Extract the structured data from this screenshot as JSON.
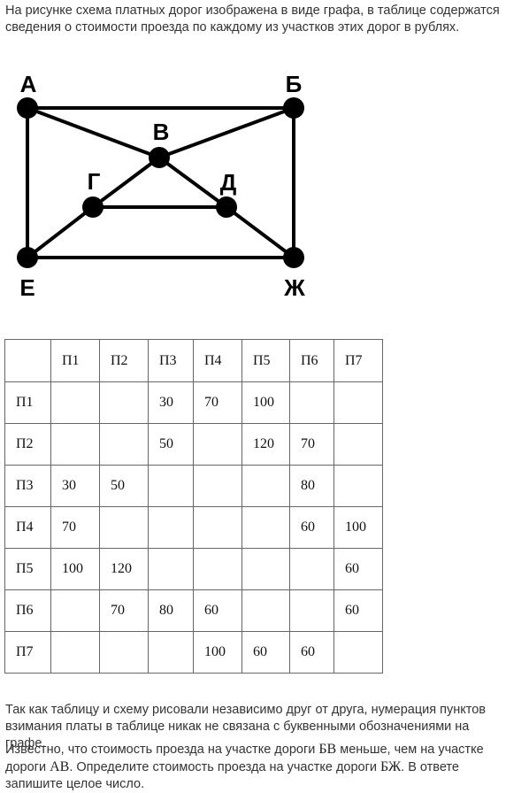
{
  "intro_text": "На рисунке схема платных дорог изображена в виде графа, в таблице содержатся сведения о стоимости проезда по каждому из участков этих дорог в рублях.",
  "graph": {
    "vertex_labels": {
      "A": "А",
      "B": "Б",
      "V": "В",
      "G": "Г",
      "D": "Д",
      "E": "Е",
      "ZH": "Ж"
    },
    "edges": [
      [
        "A",
        "B"
      ],
      [
        "A",
        "V"
      ],
      [
        "A",
        "E"
      ],
      [
        "B",
        "V"
      ],
      [
        "B",
        "ZH"
      ],
      [
        "V",
        "G"
      ],
      [
        "V",
        "D"
      ],
      [
        "G",
        "D"
      ],
      [
        "G",
        "E"
      ],
      [
        "D",
        "ZH"
      ],
      [
        "E",
        "ZH"
      ]
    ]
  },
  "table": {
    "header": [
      "",
      "П1",
      "П2",
      "П3",
      "П4",
      "П5",
      "П6",
      "П7"
    ],
    "rows": [
      [
        "П1",
        "",
        "",
        "30",
        "70",
        "100",
        "",
        ""
      ],
      [
        "П2",
        "",
        "",
        "50",
        "",
        "120",
        "70",
        ""
      ],
      [
        "П3",
        "30",
        "50",
        "",
        "",
        "",
        "80",
        ""
      ],
      [
        "П4",
        "70",
        "",
        "",
        "",
        "",
        "60",
        "100"
      ],
      [
        "П5",
        "100",
        "120",
        "",
        "",
        "",
        "",
        "60"
      ],
      [
        "П6",
        "",
        "70",
        "80",
        "60",
        "",
        "",
        "60"
      ],
      [
        "П7",
        "",
        "",
        "",
        "100",
        "60",
        "60",
        ""
      ]
    ]
  },
  "note_text": "Так как таблицу и схему рисовали независимо друг от друга, нумерация пунктов взимания платы в таблице никак не связана с буквенными обозначениями на графе.",
  "question": {
    "p1": "Известно, что стоимость проезда на участке дороги ",
    "road1": "БВ",
    "p2": " меньше, чем на участке дороги ",
    "road2": "АВ",
    "p3": ". Определите стоимость проезда на участке дороги ",
    "road3": "БЖ",
    "p4": ". В ответе запишите целое число."
  }
}
